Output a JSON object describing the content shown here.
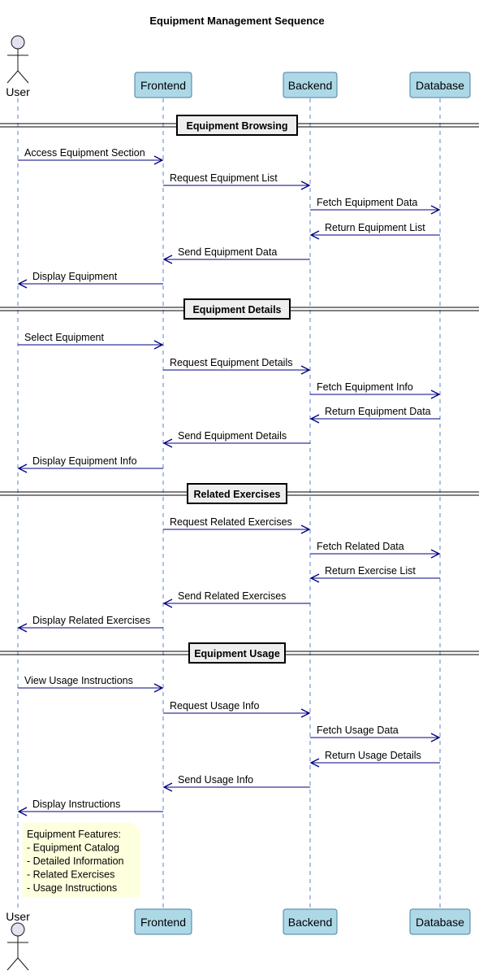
{
  "title": "Equipment Management Sequence",
  "participants": [
    {
      "id": "user",
      "label": "User",
      "kind": "actor"
    },
    {
      "id": "frontend",
      "label": "Frontend",
      "kind": "box"
    },
    {
      "id": "backend",
      "label": "Backend",
      "kind": "box"
    },
    {
      "id": "database",
      "label": "Database",
      "kind": "box"
    }
  ],
  "sections": [
    {
      "label": "Equipment Browsing",
      "messages": [
        {
          "from": "user",
          "to": "frontend",
          "label": "Access Equipment Section"
        },
        {
          "from": "frontend",
          "to": "backend",
          "label": "Request Equipment List"
        },
        {
          "from": "backend",
          "to": "database",
          "label": "Fetch Equipment Data"
        },
        {
          "from": "database",
          "to": "backend",
          "label": "Return Equipment List"
        },
        {
          "from": "backend",
          "to": "frontend",
          "label": "Send Equipment Data"
        },
        {
          "from": "frontend",
          "to": "user",
          "label": "Display Equipment"
        }
      ]
    },
    {
      "label": "Equipment Details",
      "messages": [
        {
          "from": "user",
          "to": "frontend",
          "label": "Select Equipment"
        },
        {
          "from": "frontend",
          "to": "backend",
          "label": "Request Equipment Details"
        },
        {
          "from": "backend",
          "to": "database",
          "label": "Fetch Equipment Info"
        },
        {
          "from": "database",
          "to": "backend",
          "label": "Return Equipment Data"
        },
        {
          "from": "backend",
          "to": "frontend",
          "label": "Send Equipment Details"
        },
        {
          "from": "frontend",
          "to": "user",
          "label": "Display Equipment Info"
        }
      ]
    },
    {
      "label": "Related Exercises",
      "messages": [
        {
          "from": "frontend",
          "to": "backend",
          "label": "Request Related Exercises"
        },
        {
          "from": "backend",
          "to": "database",
          "label": "Fetch Related Data"
        },
        {
          "from": "database",
          "to": "backend",
          "label": "Return Exercise List"
        },
        {
          "from": "backend",
          "to": "frontend",
          "label": "Send Related Exercises"
        },
        {
          "from": "frontend",
          "to": "user",
          "label": "Display Related Exercises"
        }
      ]
    },
    {
      "label": "Equipment Usage",
      "messages": [
        {
          "from": "user",
          "to": "frontend",
          "label": "View Usage Instructions"
        },
        {
          "from": "frontend",
          "to": "backend",
          "label": "Request Usage Info"
        },
        {
          "from": "backend",
          "to": "database",
          "label": "Fetch Usage Data"
        },
        {
          "from": "database",
          "to": "backend",
          "label": "Return Usage Details"
        },
        {
          "from": "backend",
          "to": "frontend",
          "label": "Send Usage Info"
        },
        {
          "from": "frontend",
          "to": "user",
          "label": "Display Instructions"
        }
      ]
    }
  ],
  "note": {
    "lines": [
      "Equipment Features:",
      "- Equipment Catalog",
      "- Detailed Information",
      "- Related Exercises",
      "- Usage Instructions"
    ]
  },
  "colors": {
    "participant_fill": "#ADD8E6",
    "participant_border": "#4A7FA8",
    "actor_fill": "#E2E2F0",
    "actor_stroke": "#181818",
    "lifeline": "#5B7FD6",
    "arrow": "#000080",
    "divider_fill": "#EEEEEE",
    "note_fill": "#FEFFDD"
  }
}
